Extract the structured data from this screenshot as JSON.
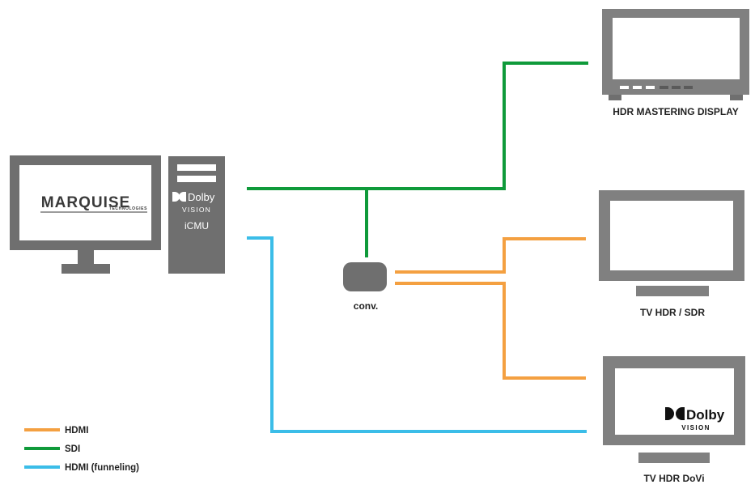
{
  "colors": {
    "hdmi": "#f4a041",
    "sdi": "#0f9a3a",
    "hdmi_tunneling": "#3bbde8",
    "device": "#6f6f6f",
    "screen": "#ffffff"
  },
  "workstation": {
    "brand_top": "MARQUISE",
    "brand_sub": "TECHNOLOGIES"
  },
  "tower": {
    "logo_word": "Dolby",
    "logo_sub": "VISION",
    "name": "iCMU"
  },
  "converter": {
    "label": "conv."
  },
  "displays": {
    "mastering": {
      "label": "HDR MASTERING DISPLAY"
    },
    "tv_hdr_sdr": {
      "label": "TV HDR / SDR"
    },
    "tv_dovi": {
      "label": "TV HDR DoVi",
      "logo_word": "Dolby",
      "logo_sub": "VISION"
    }
  },
  "legend": [
    {
      "label": "HDMI",
      "color": "#f4a041"
    },
    {
      "label": "SDI",
      "color": "#0f9a3a"
    },
    {
      "label": "HDMI (funneling)",
      "color": "#3bbde8"
    }
  ]
}
